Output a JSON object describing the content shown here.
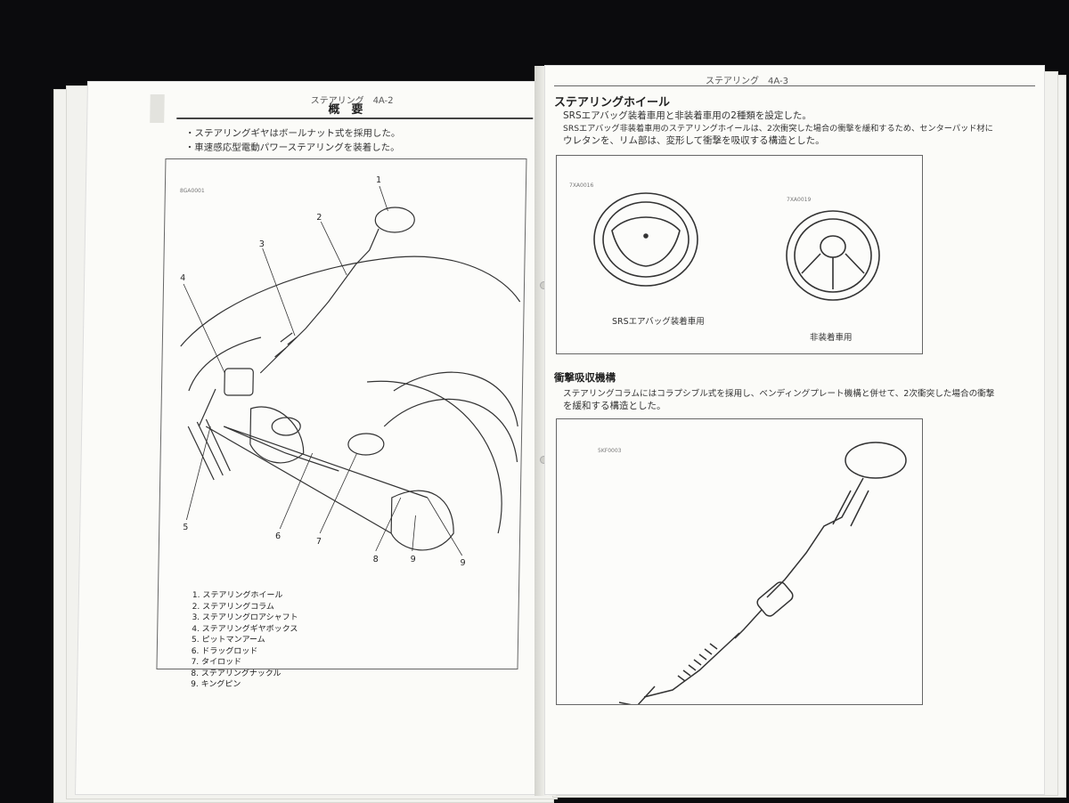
{
  "left_page": {
    "header": "ステアリング　4A-2",
    "section_title": "概　要",
    "intro": [
      "・ステアリングギヤはボールナット式を採用した。",
      "・車速感応型電動パワーステアリングを装着した。"
    ],
    "figure_code": "8GA0001",
    "callouts": [
      "1",
      "2",
      "3",
      "4",
      "5",
      "6",
      "7",
      "8",
      "9",
      "9"
    ],
    "legend": [
      "1. ステアリングホイール",
      "2. ステアリングコラム",
      "3. ステアリングロアシャフト",
      "4. ステアリングギヤボックス",
      "5. ピットマンアーム",
      "6. ドラッグロッド",
      "7. タイロッド",
      "8. ステアリングナックル",
      "9. キングピン"
    ]
  },
  "right_page": {
    "header": "ステアリング　4A-3",
    "section1_title": "ステアリングホイール",
    "section1_text": [
      "SRSエアバッグ装着車用と非装着車用の2種類を設定した。",
      "SRSエアバッグ非装着車用のステアリングホイールは、2次衝突した場合の衝撃を緩和するため、センターパッド材に",
      "ウレタンを、リム部は、変形して衝撃を吸収する構造とした。"
    ],
    "fig1_codes": [
      "7XA0016",
      "7XA0019"
    ],
    "wheel_label_srs": "SRSエアバッグ装着車用",
    "wheel_label_non": "非装着車用",
    "section2_title": "衝撃吸収機構",
    "section2_text": [
      "ステアリングコラムにはコラプシブル式を採用し、ベンディングプレート機構と併せて、2次衝突した場合の衝撃",
      "を緩和する構造とした。"
    ],
    "fig2_code": "5KF0003"
  }
}
